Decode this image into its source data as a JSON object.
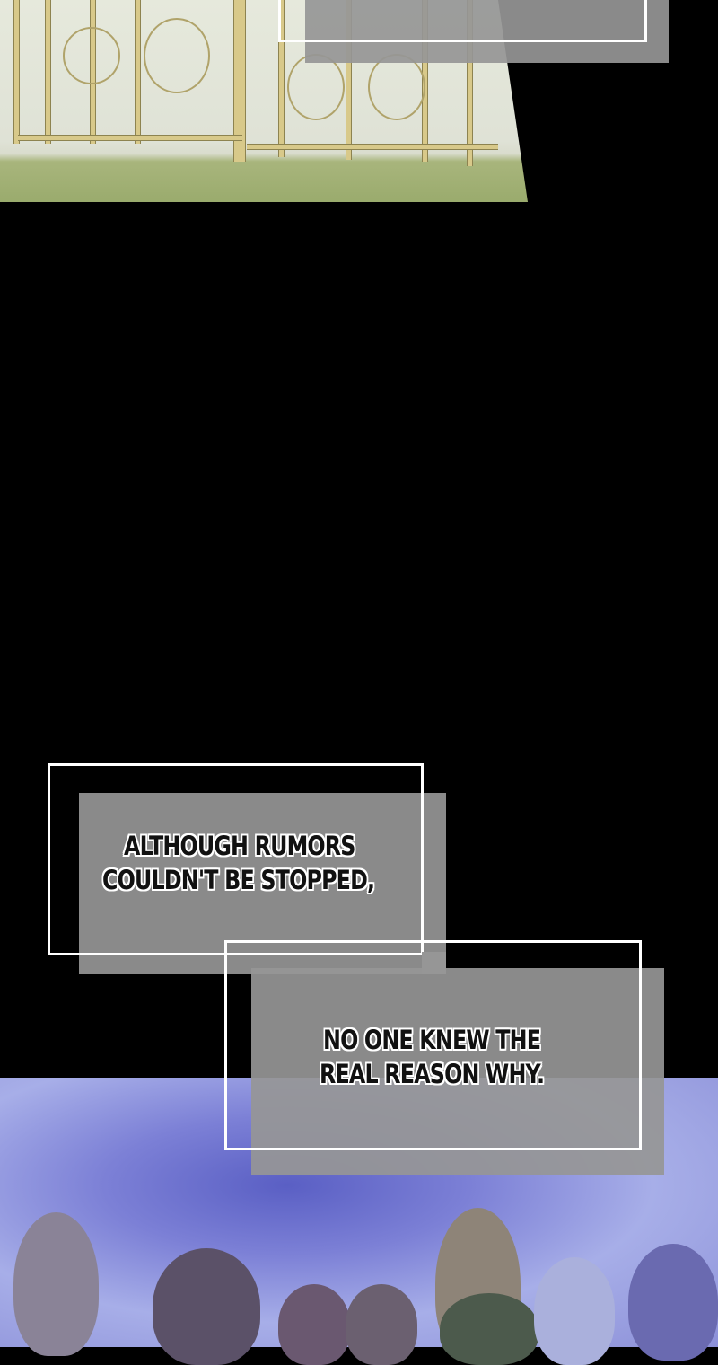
{
  "captions": [
    {
      "lines": [
        "ALTHOUGH RUMORS",
        "COULDN'T BE STOPPED,"
      ]
    },
    {
      "lines": [
        "NO ONE KNEW THE",
        "REAL REASON WHY."
      ]
    }
  ],
  "colors": {
    "background": "#000000",
    "caption_fill": "#969696",
    "caption_border": "#ffffff",
    "crowd_sky": "#7c80d6"
  }
}
